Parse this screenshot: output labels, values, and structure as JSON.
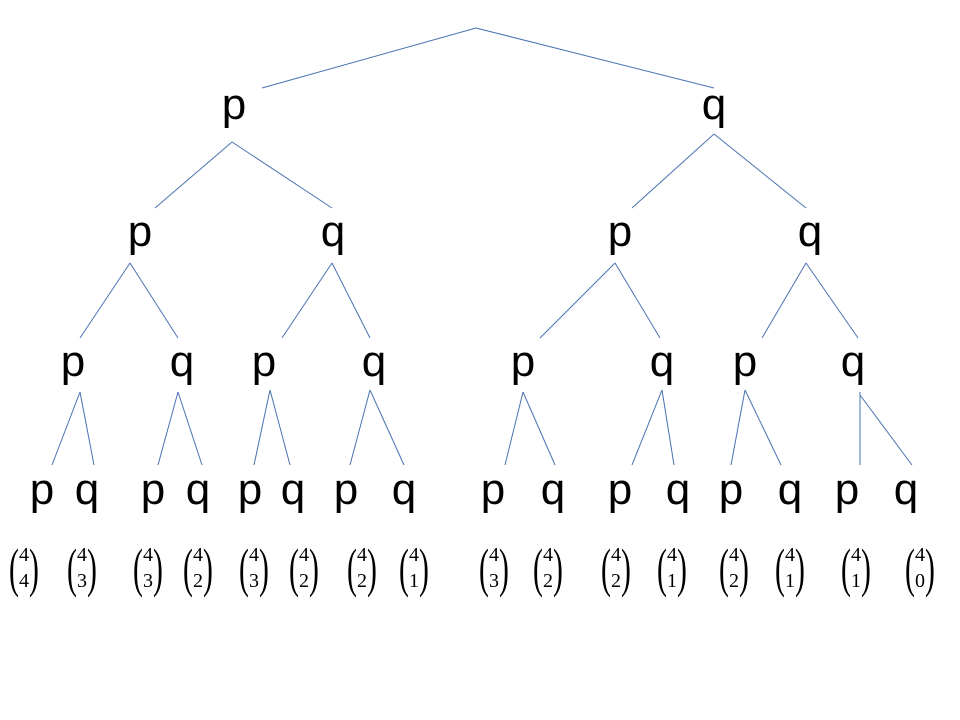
{
  "tree": {
    "level1": [
      "p",
      "q"
    ],
    "level2": [
      "p",
      "q",
      "p",
      "q"
    ],
    "level3": [
      "p",
      "q",
      "p",
      "q",
      "p",
      "q",
      "p",
      "q"
    ],
    "leaves": [
      "p",
      "q",
      "p",
      "q",
      "p",
      "q",
      "p",
      "q",
      "p",
      "q",
      "p",
      "q",
      "p",
      "q",
      "p",
      "q"
    ]
  },
  "binomials": [
    {
      "n": "4",
      "k": "4"
    },
    {
      "n": "4",
      "k": "3"
    },
    {
      "n": "4",
      "k": "3"
    },
    {
      "n": "4",
      "k": "2"
    },
    {
      "n": "4",
      "k": "3"
    },
    {
      "n": "4",
      "k": "2"
    },
    {
      "n": "4",
      "k": "2"
    },
    {
      "n": "4",
      "k": "1"
    },
    {
      "n": "4",
      "k": "3"
    },
    {
      "n": "4",
      "k": "2"
    },
    {
      "n": "4",
      "k": "2"
    },
    {
      "n": "4",
      "k": "1"
    },
    {
      "n": "4",
      "k": "2"
    },
    {
      "n": "4",
      "k": "1"
    },
    {
      "n": "4",
      "k": "1"
    },
    {
      "n": "4",
      "k": "0"
    }
  ],
  "colors": {
    "edge": "#4a72b0"
  }
}
